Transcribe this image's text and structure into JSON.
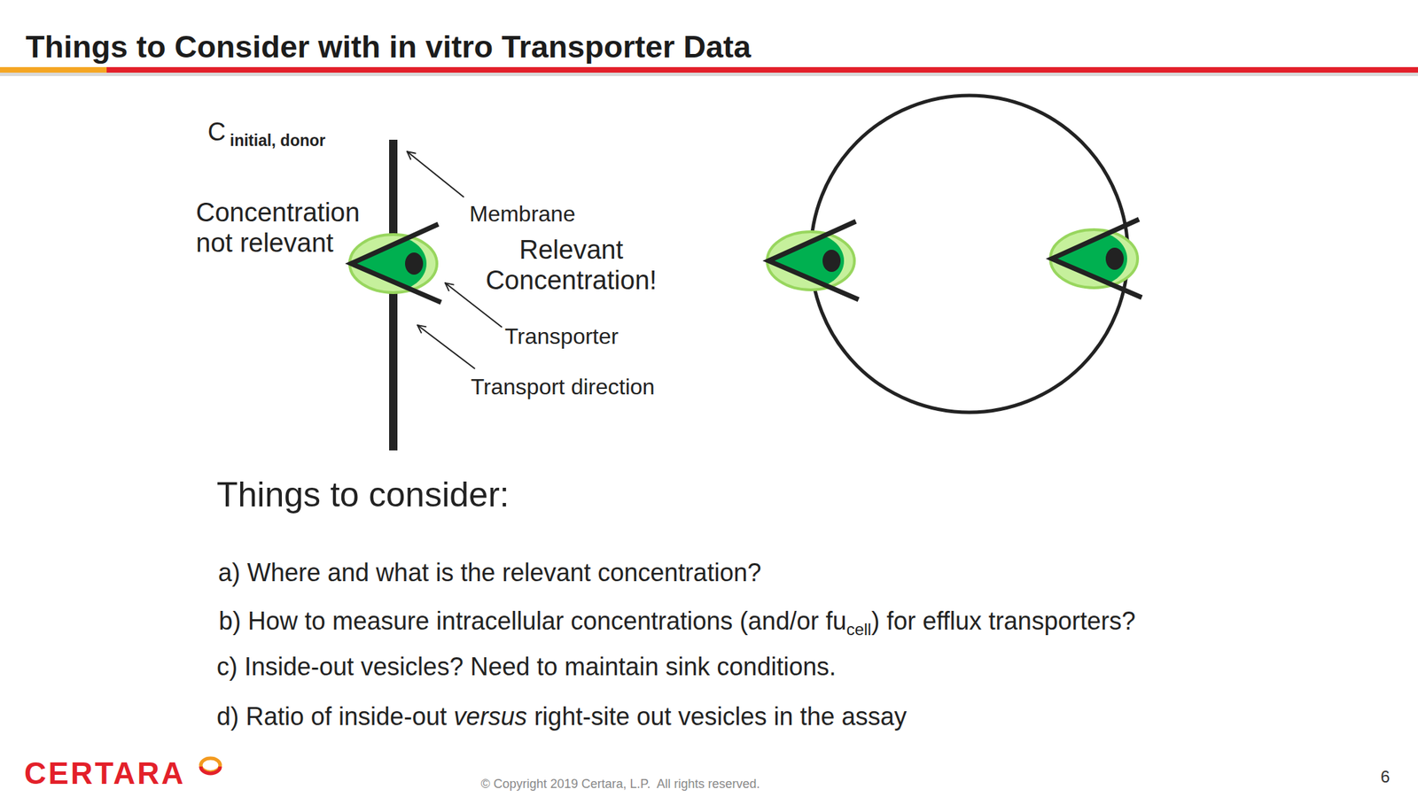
{
  "diagram": {
    "title": "Things to Consider with in vitro Transporter Data",
    "labels": [
      "C",
      "initial, donor",
      "Concentration not relevant",
      "Membrane",
      "Relevant Concentration!",
      "Transporter",
      "Transport direction",
      "Things to consider:",
      "a) Where and what is the relevant concentration?",
      "b) How to measure intracellular concentrations (and/or fu",
      "cell",
      ") for efflux transporters?",
      "c) Inside-out vesicles? Need to maintain sink conditions.",
      "d) Ratio of inside-out",
      "versus",
      "right-site out vesicles in the assay",
      "CERTARA",
      "© Copyright 2019 Certara, L.P.  All rights reserved.",
      "6"
    ]
  }
}
